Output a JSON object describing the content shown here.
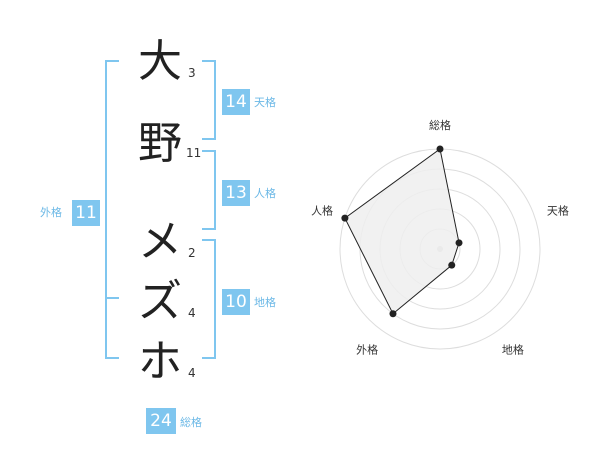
{
  "name": {
    "characters": [
      {
        "char": "大",
        "strokes": "3"
      },
      {
        "char": "野",
        "strokes": "11"
      },
      {
        "char": "メ",
        "strokes": "2"
      },
      {
        "char": "ズ",
        "strokes": "4"
      },
      {
        "char": "ホ",
        "strokes": "4"
      }
    ]
  },
  "fortunes": {
    "tenkaku": {
      "label": "天格",
      "value": "14"
    },
    "jinkaku": {
      "label": "人格",
      "value": "13"
    },
    "chikaku": {
      "label": "地格",
      "value": "10"
    },
    "gaikaku": {
      "label": "外格",
      "value": "11"
    },
    "soukaku": {
      "label": "総格",
      "value": "24"
    }
  },
  "chart_data": {
    "type": "radar",
    "axes": [
      "総格",
      "天格",
      "地格",
      "外格",
      "人格"
    ],
    "values": [
      5,
      1,
      1,
      4,
      5
    ],
    "max": 5,
    "rings": 5,
    "colors": {
      "fill": "#eeeeee",
      "stroke": "#222222",
      "grid": "#dddddd",
      "accent": "#7fc6ef"
    }
  }
}
